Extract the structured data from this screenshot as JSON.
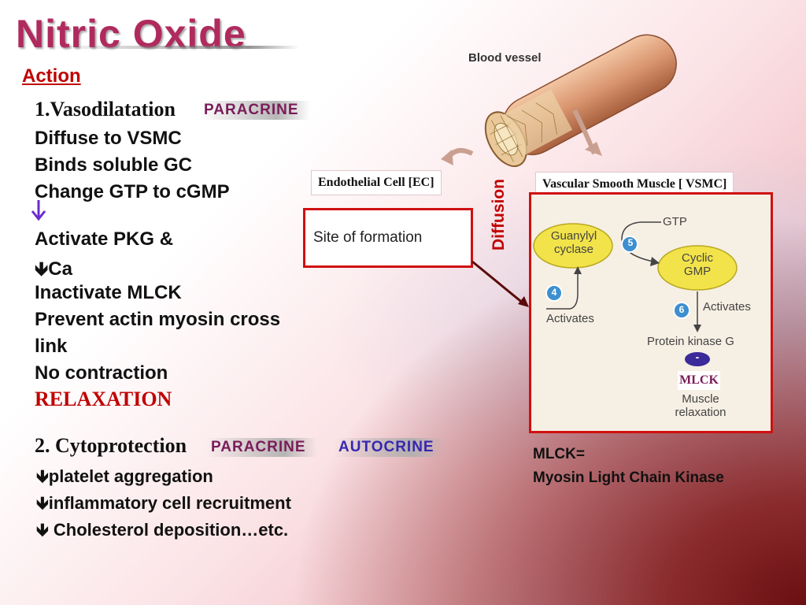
{
  "slide": {
    "title": "Nitric Oxide",
    "section": "Action"
  },
  "point1": {
    "heading": "1.Vasodilatation",
    "tag": "PARACRINE",
    "lines": [
      "Diffuse to VSMC",
      "Binds soluble GC",
      "Change GTP to cGMP",
      "Activate PKG &",
      "Ca",
      "Inactivate MLCK",
      "Prevent actin myosin cross",
      "link",
      "No contraction"
    ],
    "result": "RELAXATION"
  },
  "point2": {
    "heading": "2. Cytoprotection",
    "tags": [
      "PARACRINE",
      "AUTOCRINE"
    ],
    "lines": [
      "platelet aggregation",
      "inflammatory cell recruitment",
      " Cholesterol deposition…etc."
    ]
  },
  "diagram": {
    "vessel_label": "Blood vessel",
    "ec_label": "Endothelial Cell [EC]",
    "site_label": "Site of formation",
    "diffusion_label": "Diffusion",
    "vsmc_label": "Vascular Smooth Muscle [ VSMC]",
    "gc_label_1": "Guanylyl",
    "gc_label_2": "cyclase",
    "gtp_label": "GTP",
    "cgmp_label_1": "Cyclic",
    "cgmp_label_2": "GMP",
    "step4": "4",
    "step5": "5",
    "step6": "6",
    "activates_1": "Activates",
    "activates_2": "Activates",
    "pkg_label": "Protein kinase G",
    "minus": "-",
    "mlck_label": "MLCK",
    "muscle_1": "Muscle",
    "muscle_2": "relaxation"
  },
  "footnote": {
    "line1": "MLCK=",
    "line2": "Myosin Light Chain Kinase"
  },
  "colors": {
    "title": "#b02a5e",
    "accent_red": "#c00000",
    "box_red": "#d01010",
    "step_blue": "#3d8fd0",
    "ellipse_yellow": "#f2e34a"
  }
}
